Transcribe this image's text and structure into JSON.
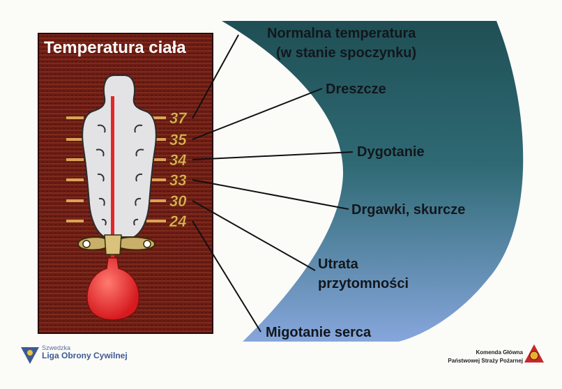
{
  "title": "Temperatura ciała",
  "thermometer_ticks": [
    "37",
    "35",
    "34",
    "33",
    "30",
    "24"
  ],
  "labels": [
    {
      "line1": "Normalna temperatura",
      "line2": "(w stanie spoczynku)"
    },
    {
      "line1": "Dreszcze",
      "line2": ""
    },
    {
      "line1": "Dygotanie",
      "line2": ""
    },
    {
      "line1": "Drgawki, skurcze",
      "line2": ""
    },
    {
      "line1": "Utrata",
      "line2": "przytomności"
    },
    {
      "line1": "Migotanie serca",
      "line2": ""
    }
  ],
  "footer_left": {
    "small": "Szwedzka",
    "name": "Liga Obrony Cywilnej"
  },
  "footer_right": {
    "line1": "Komenda Główna",
    "line2": "Państwowej Straży Pożarnej"
  },
  "colors": {
    "board": "#6b1c14",
    "band_top": "#24555c",
    "band_bottom": "#7e9ed4",
    "mercury": "#e2262a",
    "tick": "#e0b45a"
  }
}
